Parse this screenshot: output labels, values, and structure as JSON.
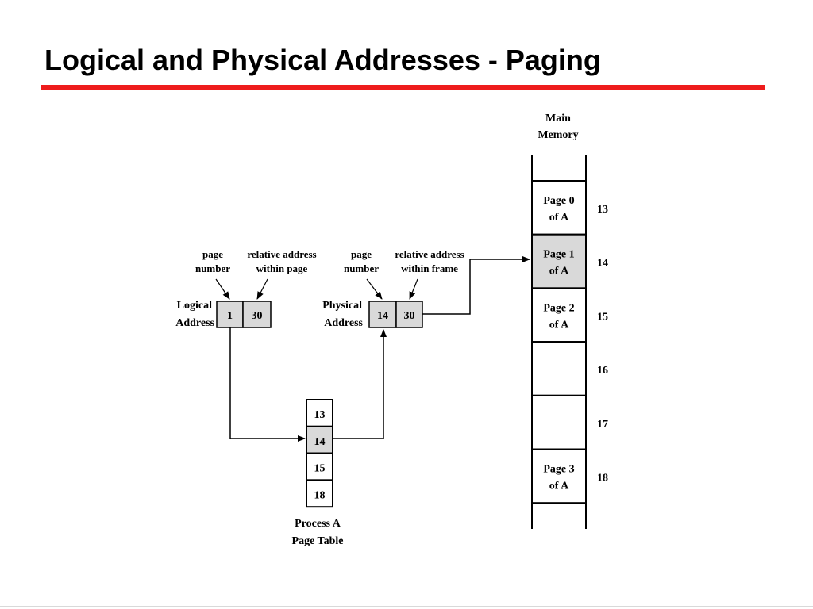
{
  "title": "Logical and Physical Addresses - Paging",
  "colors": {
    "accent": "#ee1c1c",
    "highlight": "#d9d9d9",
    "line": "#000000"
  },
  "logical": {
    "label": [
      "Logical",
      "Address"
    ],
    "page_number_label": [
      "page",
      "number"
    ],
    "offset_label": [
      "relative address",
      "within page"
    ],
    "page": "1",
    "offset": "30"
  },
  "physical": {
    "label": [
      "Physical",
      "Address"
    ],
    "frame_number_label": [
      "page",
      "number"
    ],
    "offset_label": [
      "relative address",
      "within frame"
    ],
    "frame": "14",
    "offset": "30"
  },
  "page_table": {
    "caption": [
      "Process A",
      "Page Table"
    ],
    "entries": [
      "13",
      "14",
      "15",
      "18"
    ],
    "highlighted": 1
  },
  "main_memory": {
    "label": [
      "Main",
      "Memory"
    ],
    "frames": [
      {
        "number": "13",
        "content": [
          "Page 0",
          "of A"
        ],
        "highlighted": false
      },
      {
        "number": "14",
        "content": [
          "Page 1",
          "of A"
        ],
        "highlighted": true
      },
      {
        "number": "15",
        "content": [
          "Page 2",
          "of A"
        ],
        "highlighted": false
      },
      {
        "number": "16",
        "content": [],
        "highlighted": false
      },
      {
        "number": "17",
        "content": [],
        "highlighted": false
      },
      {
        "number": "18",
        "content": [
          "Page 3",
          "of A"
        ],
        "highlighted": false
      }
    ]
  }
}
